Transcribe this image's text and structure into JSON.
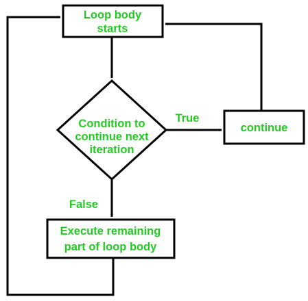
{
  "diagram": {
    "nodes": {
      "start": {
        "line1": "Loop body",
        "line2": "starts"
      },
      "condition": {
        "line1": "Condition to",
        "line2": "continue next",
        "line3": "iteration"
      },
      "continue": {
        "label": "continue"
      },
      "execute": {
        "line1": "Execute remaining",
        "line2": "part of loop body"
      }
    },
    "edges": {
      "true_label": "True",
      "false_label": "False"
    },
    "colors": {
      "text": "#22cc22",
      "stroke": "#000000",
      "background": "#ffffff"
    }
  }
}
